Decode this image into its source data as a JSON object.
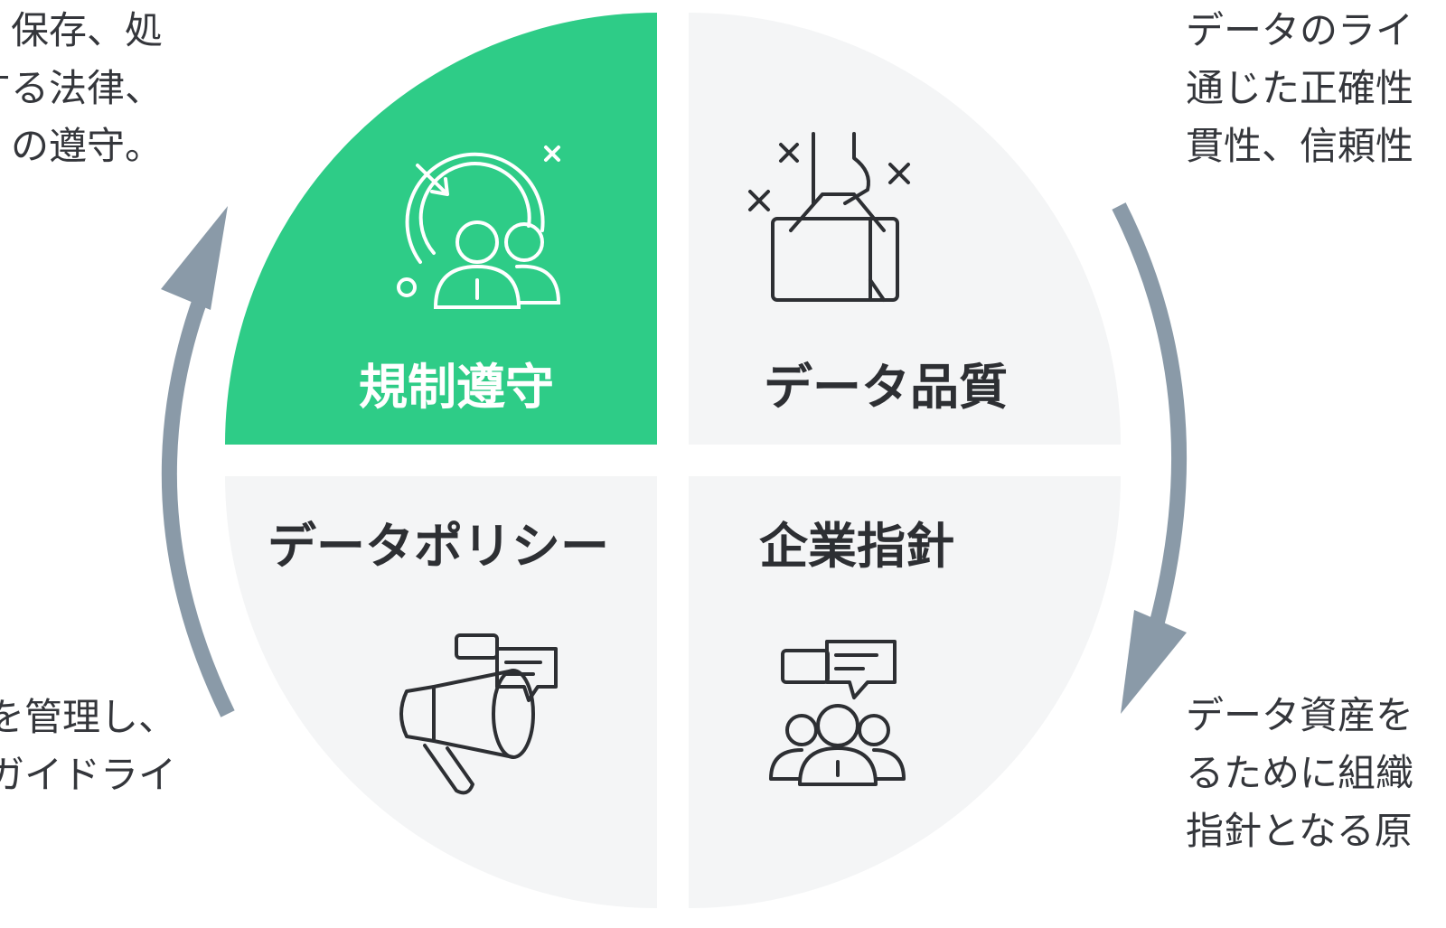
{
  "quadrants": [
    {
      "label": "規制遵守",
      "icon": "compliance-people-icon",
      "fill": "#2ECC87",
      "text_color": "#FFFFFF"
    },
    {
      "label": "データ品質",
      "icon": "hand-holding-box-icon",
      "fill": "#F4F5F6",
      "text_color": "#2D2F33"
    },
    {
      "label": "データポリシー",
      "icon": "megaphone-icon",
      "fill": "#F4F5F6",
      "text_color": "#2D2F33"
    },
    {
      "label": "企業指針",
      "icon": "team-discussion-icon",
      "fill": "#F4F5F6",
      "text_color": "#2D2F33"
    }
  ],
  "arrow_color": "#8A9AA8",
  "descriptions": {
    "top_left": [
      "保存、処",
      "する法律、",
      "の遵守。"
    ],
    "bottom_left": [
      "を管理し、",
      "ガイドライ"
    ],
    "top_right": [
      "データのライ",
      "通じた正確性",
      "貫性、信頼性"
    ],
    "bottom_right": [
      "データ資産を",
      "るために組織",
      "指針となる原"
    ]
  }
}
